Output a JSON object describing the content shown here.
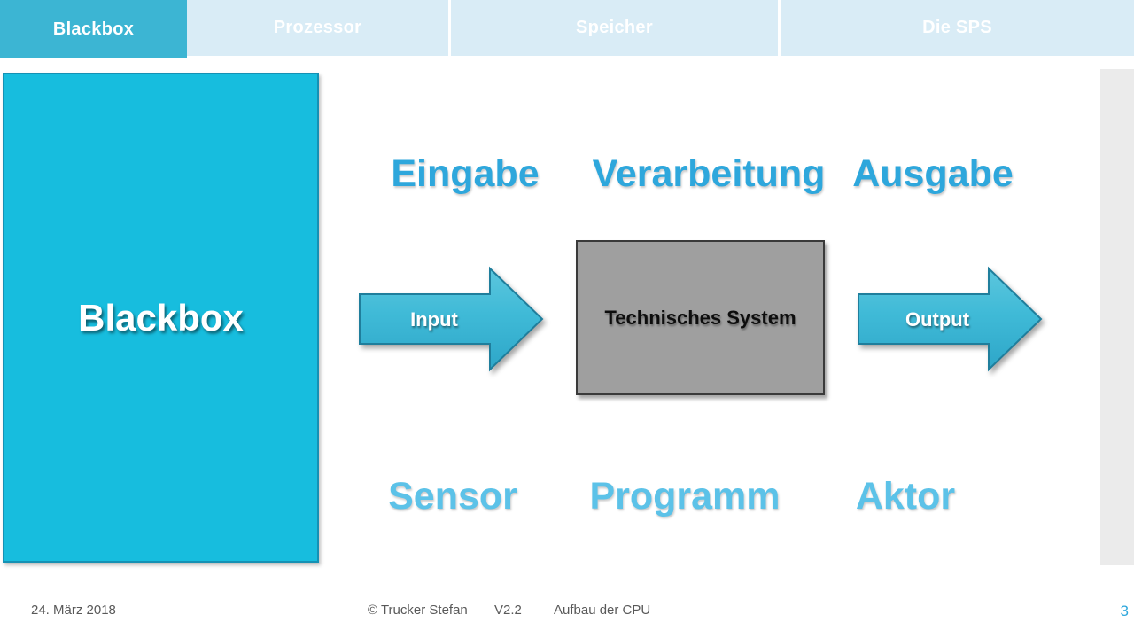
{
  "nav": {
    "tabs": [
      {
        "label": "Blackbox",
        "active": true
      },
      {
        "label": "Prozessor",
        "active": false
      },
      {
        "label": "Speicher",
        "active": false
      },
      {
        "label": "Die SPS",
        "active": false
      }
    ]
  },
  "diagram": {
    "blackbox_label": "Blackbox",
    "columns": [
      {
        "header": "Eingabe",
        "sublabel": "Sensor"
      },
      {
        "header": "Verarbeitung",
        "sublabel": "Programm"
      },
      {
        "header": "Ausgabe",
        "sublabel": "Aktor"
      }
    ],
    "input_arrow_label": "Input",
    "output_arrow_label": "Output",
    "system_box_label": "Technisches System"
  },
  "footer": {
    "date": "24. März 2018",
    "copyright": "© Trucker Stefan",
    "version": "V2.2",
    "title": "Aufbau der CPU",
    "page_number": "3"
  },
  "colors": {
    "accent_cyan": "#17BDDE",
    "tab_active_bg": "#3CB5D3",
    "tab_inactive_bg": "#D9ECF6",
    "header_text": "#2EA7DC",
    "sublabel_text": "#5CC2E8",
    "arrow_fill": "#3FBAD7",
    "arrow_border": "#1F7E9C",
    "system_box_fill": "#9F9F9F",
    "footer_text": "#595959",
    "right_strip": "#EBEBEB"
  }
}
